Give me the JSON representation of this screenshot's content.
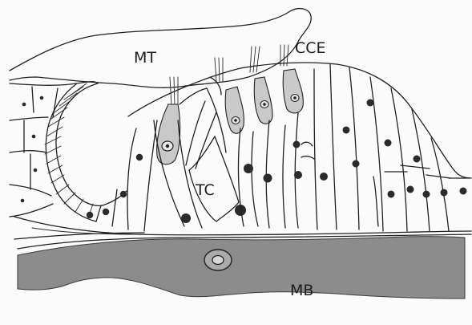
{
  "labels": {
    "mt": "MT",
    "cce": "CCE",
    "tc": "TC",
    "mb": "MB"
  },
  "colors": {
    "background": "#fbfbfb",
    "line": "#202020",
    "basilar_membrane": "#8c8c8c",
    "hair_cell": "#c9c9c9",
    "nucleus": "#2b2b2b"
  }
}
